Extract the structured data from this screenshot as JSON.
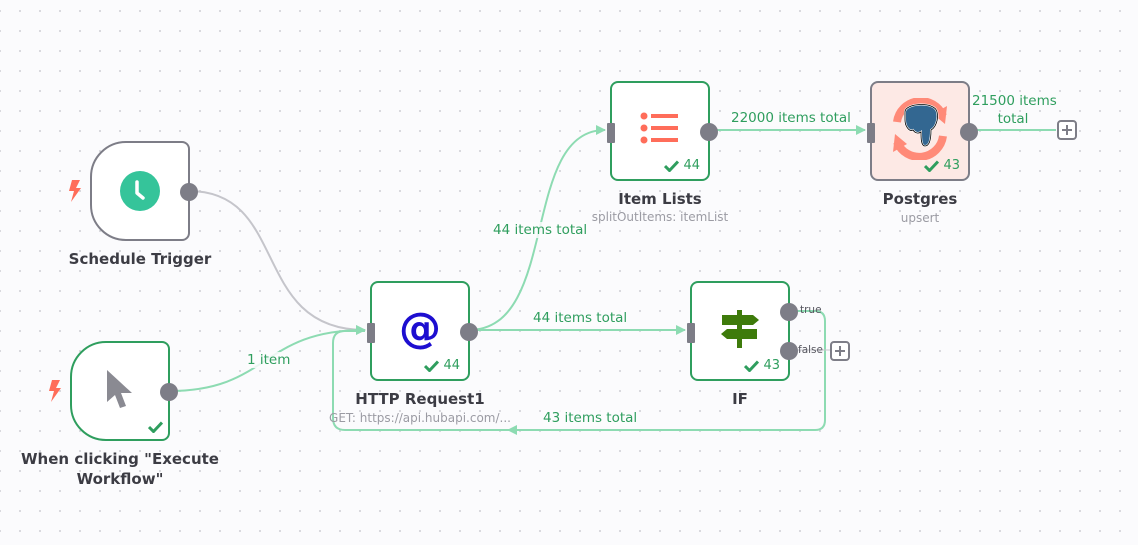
{
  "canvas": {
    "accent": "#2f9e5e",
    "connection_active": "#8ddbb2",
    "connection_inactive": "#c5c5cb"
  },
  "nodes": {
    "schedule_trigger": {
      "label": "Schedule Trigger",
      "icon": "clock-icon",
      "trigger": true
    },
    "manual_trigger": {
      "label": "When clicking \"Execute Workflow\"",
      "icon": "cursor-icon",
      "trigger": true,
      "status": "success"
    },
    "http_request": {
      "label": "HTTP Request1",
      "subtitle": "GET: https://api.hubapi.com/...",
      "icon": "at-icon",
      "run_count": "44"
    },
    "item_lists": {
      "label": "Item Lists",
      "subtitle": "splitOutItems: itemList",
      "icon": "list-icon",
      "run_count": "44"
    },
    "postgres": {
      "label": "Postgres",
      "subtitle": "upsert",
      "icon": "postgres-elephant-icon",
      "run_count": "43"
    },
    "if": {
      "label": "IF",
      "icon": "signpost-icon",
      "run_count": "43",
      "outputs": [
        "true",
        "false"
      ]
    }
  },
  "connections": {
    "manual_to_http": "1 item",
    "http_to_itemlists": "44 items total",
    "http_to_if": "44 items total",
    "itemlists_to_postgres": "22000 items total",
    "postgres_out_line1": "21500 items",
    "postgres_out_line2": "total",
    "if_true_to_http": "43 items total"
  }
}
